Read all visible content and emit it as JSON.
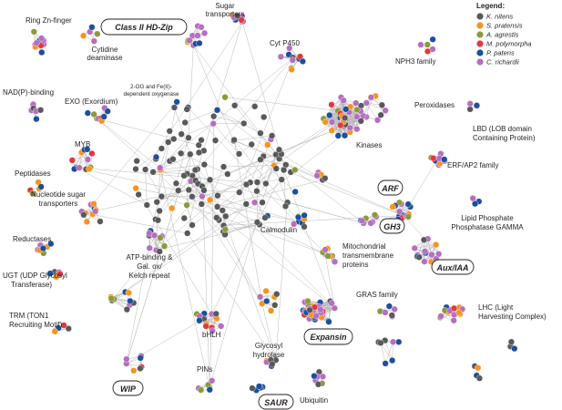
{
  "legend": {
    "title": "Legend:",
    "items": [
      {
        "name": "K. nitens",
        "color": "#58595b"
      },
      {
        "name": "S. pratensis",
        "color": "#f7941d"
      },
      {
        "name": "A. agrestis",
        "color": "#8a9a3b"
      },
      {
        "name": "M. polymorpha",
        "color": "#e2383f"
      },
      {
        "name": "P. patens",
        "color": "#1c4f9c"
      },
      {
        "name": "C. richardii",
        "color": "#b56fbf"
      }
    ]
  },
  "families": {
    "ring_zn": "Ring Zn-finger",
    "class2_hdzip": "Class II HD-Zip",
    "sugar_1": "Sugar",
    "sugar_2": "transporters",
    "nph3": "NPH3 family",
    "cytidine_1": "Cytidine",
    "cytidine_2": "deaminase",
    "cyt_p450": "Cyt P450",
    "og_1": "2-OG and Fe(II)-",
    "og_2": "dependent oxygenase",
    "nadp": "NAD(P)-binding",
    "exo": "EXO (Exordium)",
    "peroxidases": "Peroxidases",
    "lbd_1": "LBD (LOB domain",
    "lbd_2": "Containing Protein)",
    "kinases": "Kinases",
    "myb": "MYB",
    "erf": "ERF/AP2 family",
    "peptidases": "Peptidases",
    "arf": "ARF",
    "nucsugar_1": "Nucleotide sugar",
    "nucsugar_2": "transporters",
    "gh3": "GH3",
    "lipid_1": "Lipid Phosphate",
    "lipid_2": "Phosphatase GAMMA",
    "calmodulin": "Calmodulin",
    "reductases": "Reductases",
    "mito_1": "Mitochondrial",
    "mito_2": "transmembrane",
    "mito_3": "proteins",
    "atp_1": "ATP-binding &",
    "atp_2": "Gal. ox/",
    "atp_3": "Kelch repeat",
    "aux_iaa": "Aux/IAA",
    "ugt_1": "UGT (UDP Glycosyl",
    "ugt_2": "Transferase)",
    "gras": "GRAS family",
    "lhc_1": "LHC (Light",
    "lhc_2": "Harvesting Complex)",
    "trm_1": "TRM (TON1",
    "trm_2": "Recruiting Motif)",
    "bhlh": "bHLH",
    "glyco_1": "Glycosyl",
    "glyco_2": "hydrolase",
    "expansin": "Expansin",
    "wip": "WIP",
    "pins": "PINs",
    "saur": "SAUR",
    "ubiquitin": "Ubiquitin"
  }
}
